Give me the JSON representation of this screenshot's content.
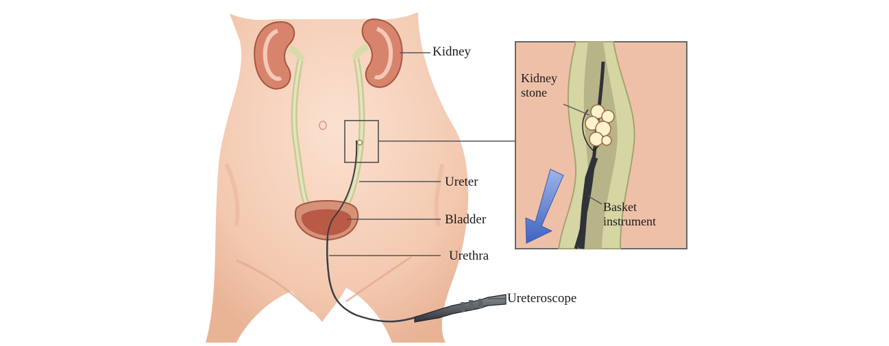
{
  "figure": {
    "labels": {
      "kidney": "Kidney",
      "ureter": "Ureter",
      "bladder": "Bladder",
      "urethra": "Urethra",
      "ureteroscope": "Ureteroscope",
      "kidney_stone_line1": "Kidney",
      "kidney_stone_line2": "stone",
      "basket_line1": "Basket",
      "basket_line2": "instrument"
    },
    "colors": {
      "skin": "#f3c9b0",
      "skin_shadow": "#e8ad8f",
      "inset_bg": "#f0c2ac",
      "ureter_wall": "#d9dcaa",
      "kidney_tissue": "#c9735e",
      "bladder": "#b85a45",
      "stone": "#fff2cc",
      "arrow": "#5577c8",
      "scope": "#3a3d42",
      "leader": "#555555"
    },
    "icons": {
      "arrow": "down-left-arrow-icon"
    }
  }
}
